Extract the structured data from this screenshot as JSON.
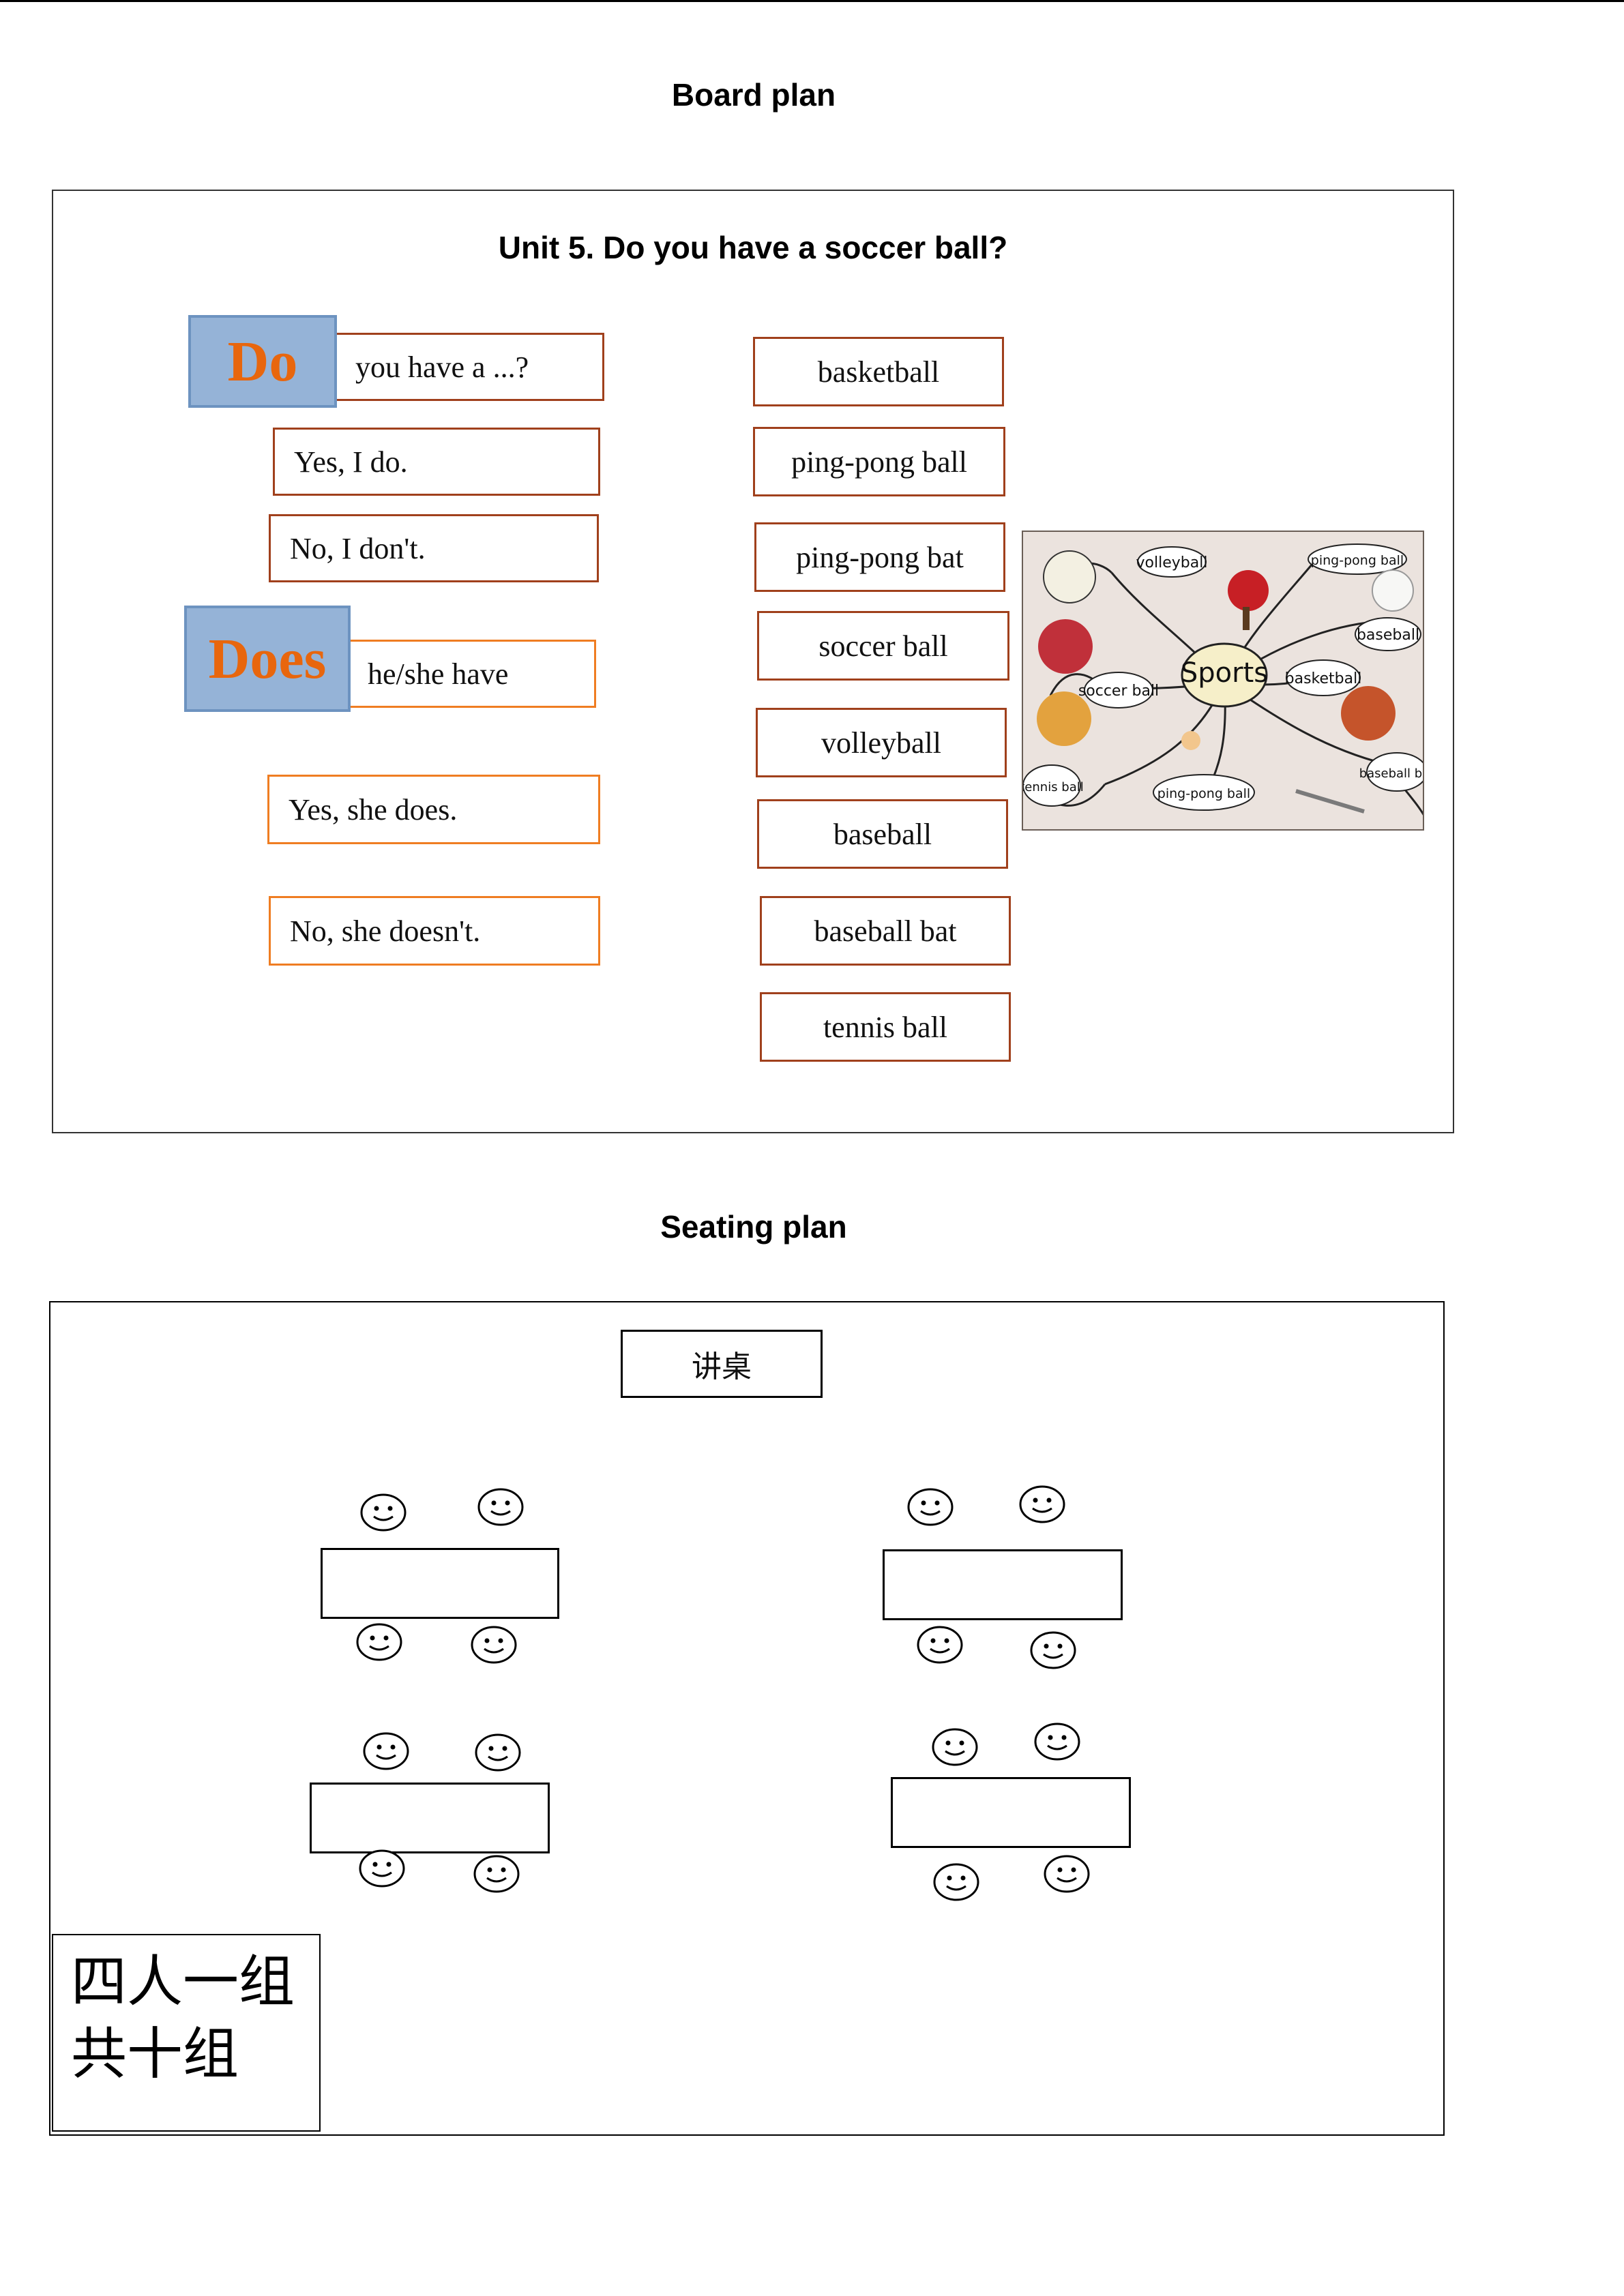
{
  "board": {
    "heading": "Board plan",
    "title": "Unit 5. Do you have a soccer ball?",
    "do_word": "Do",
    "does_word": "Does",
    "phrases": {
      "do_question": "you have a ...?",
      "do_yes": "Yes, I do.",
      "do_no": "No, I don't.",
      "does_question": "he/she have",
      "does_yes": "Yes, she does.",
      "does_no": "No, she doesn't."
    },
    "words": [
      "basketball",
      "ping-pong ball",
      "ping-pong bat",
      "soccer ball",
      "volleyball",
      "baseball",
      "baseball bat",
      "tennis ball"
    ],
    "image": {
      "center_label": "Sports",
      "bubble_labels": [
        "volleyball",
        "ping-pong ball",
        "baseball",
        "soccer ball",
        "basketball",
        "tennis ball",
        "ping-pong ball",
        "baseball bat"
      ]
    }
  },
  "seating": {
    "heading": "Seating plan",
    "podium": "讲桌",
    "note_line1": "四人一组",
    "note_line2": "共十组"
  },
  "icons": {
    "student": "smiley-icon"
  }
}
